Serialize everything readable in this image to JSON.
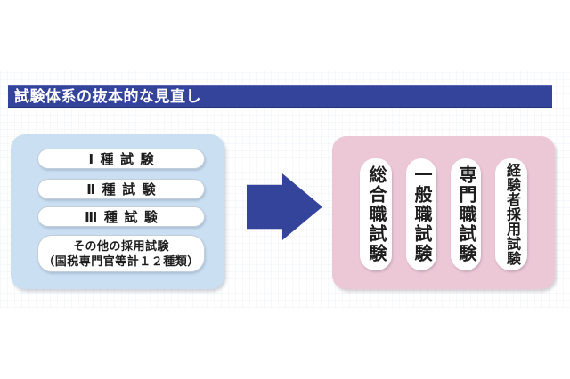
{
  "header": {
    "title": "試験体系の抜本的な見直し",
    "bg_color": "#34449b",
    "text_color": "#ffffff"
  },
  "before_panel": {
    "bg_color": "#cadff2",
    "items": [
      {
        "label": "Ⅰ種試験"
      },
      {
        "label": "Ⅱ種試験"
      },
      {
        "label": "Ⅲ種試験"
      },
      {
        "label_line1": "その他の採用試験",
        "label_line2": "（国税専門官等計１２種類）"
      }
    ]
  },
  "arrow": {
    "direction": "right",
    "color": "#34449b"
  },
  "after_panel": {
    "bg_color": "#ecc7d6",
    "items": [
      {
        "label": "総合職試験"
      },
      {
        "label": "一般職試験"
      },
      {
        "label": "専門職試験"
      },
      {
        "label": "経験者採用試験"
      }
    ]
  }
}
